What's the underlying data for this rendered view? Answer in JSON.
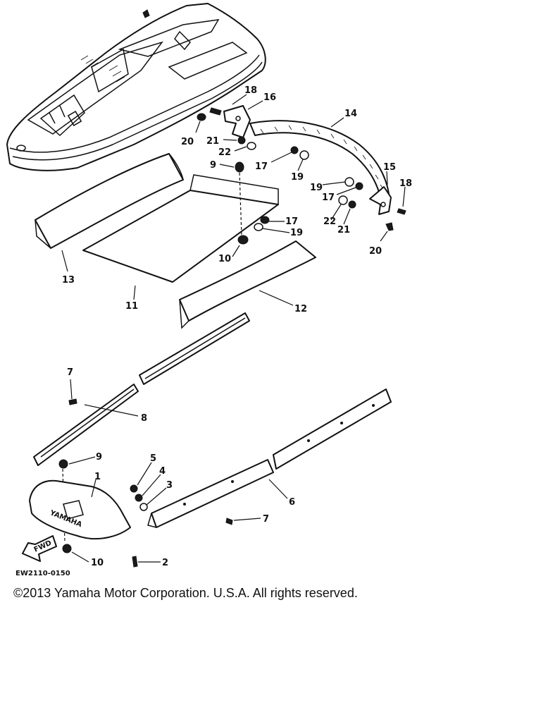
{
  "diagram": {
    "drawing_code": "EW2110-0150",
    "direction_label": "FWD",
    "brand_marking": "YAMAHA",
    "callouts": [
      {
        "id": "c1",
        "text": "1"
      },
      {
        "id": "c2",
        "text": "2"
      },
      {
        "id": "c3",
        "text": "3"
      },
      {
        "id": "c4",
        "text": "4"
      },
      {
        "id": "c5",
        "text": "5"
      },
      {
        "id": "c6",
        "text": "6"
      },
      {
        "id": "c7a",
        "text": "7"
      },
      {
        "id": "c7b",
        "text": "7"
      },
      {
        "id": "c8",
        "text": "8"
      },
      {
        "id": "c9a",
        "text": "9"
      },
      {
        "id": "c9b",
        "text": "9"
      },
      {
        "id": "c10a",
        "text": "10"
      },
      {
        "id": "c10b",
        "text": "10"
      },
      {
        "id": "c11",
        "text": "11"
      },
      {
        "id": "c12",
        "text": "12"
      },
      {
        "id": "c13",
        "text": "13"
      },
      {
        "id": "c14",
        "text": "14"
      },
      {
        "id": "c15",
        "text": "15"
      },
      {
        "id": "c16",
        "text": "16"
      },
      {
        "id": "c17a",
        "text": "17"
      },
      {
        "id": "c17b",
        "text": "17"
      },
      {
        "id": "c17c",
        "text": "17"
      },
      {
        "id": "c18a",
        "text": "18"
      },
      {
        "id": "c18b",
        "text": "18"
      },
      {
        "id": "c19a",
        "text": "19"
      },
      {
        "id": "c19b",
        "text": "19"
      },
      {
        "id": "c19c",
        "text": "19"
      },
      {
        "id": "c20a",
        "text": "20"
      },
      {
        "id": "c20b",
        "text": "20"
      },
      {
        "id": "c21a",
        "text": "21"
      },
      {
        "id": "c21b",
        "text": "21"
      },
      {
        "id": "c22a",
        "text": "22"
      },
      {
        "id": "c22b",
        "text": "22"
      }
    ]
  },
  "footer": {
    "copyright": "©2013 Yamaha Motor Corporation. U.S.A. All rights reserved."
  }
}
